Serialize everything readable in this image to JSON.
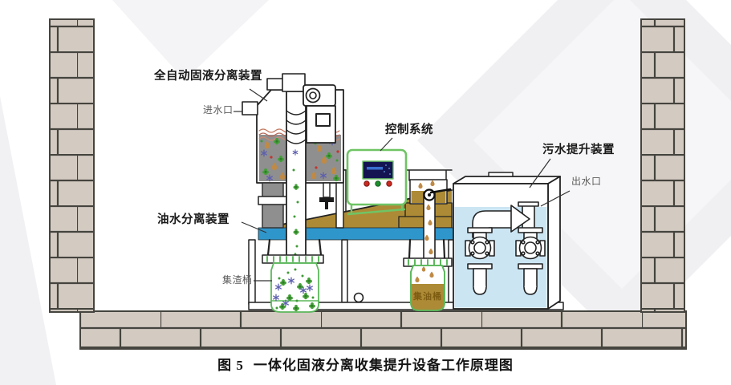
{
  "figure": {
    "caption": {
      "prefix": "图 5",
      "title": "一体化固液分离收集提升设备工作原理图"
    },
    "labels": {
      "auto_separator": "全自动固液分离装置",
      "inlet": "进水口",
      "control_system": "控制系统",
      "sewage_lift": "污水提升装置",
      "outlet": "出水口",
      "oil_water_separator": "油水分离装置",
      "slag_bucket": "集渣桶",
      "oil_bucket": "集油桶"
    },
    "colors": {
      "water_band": "#2f96cc",
      "oil": "#ad8b36",
      "tank_water": "#cbe5f3",
      "sludge": "#8f8f8f",
      "machine_green": "#6fc465",
      "brick": "#d3cbc2",
      "mortar": "#45443e",
      "screen_bg": "#141452",
      "indicator_red": "#cc2a1f",
      "indicator_green": "#1f8f2e"
    }
  }
}
